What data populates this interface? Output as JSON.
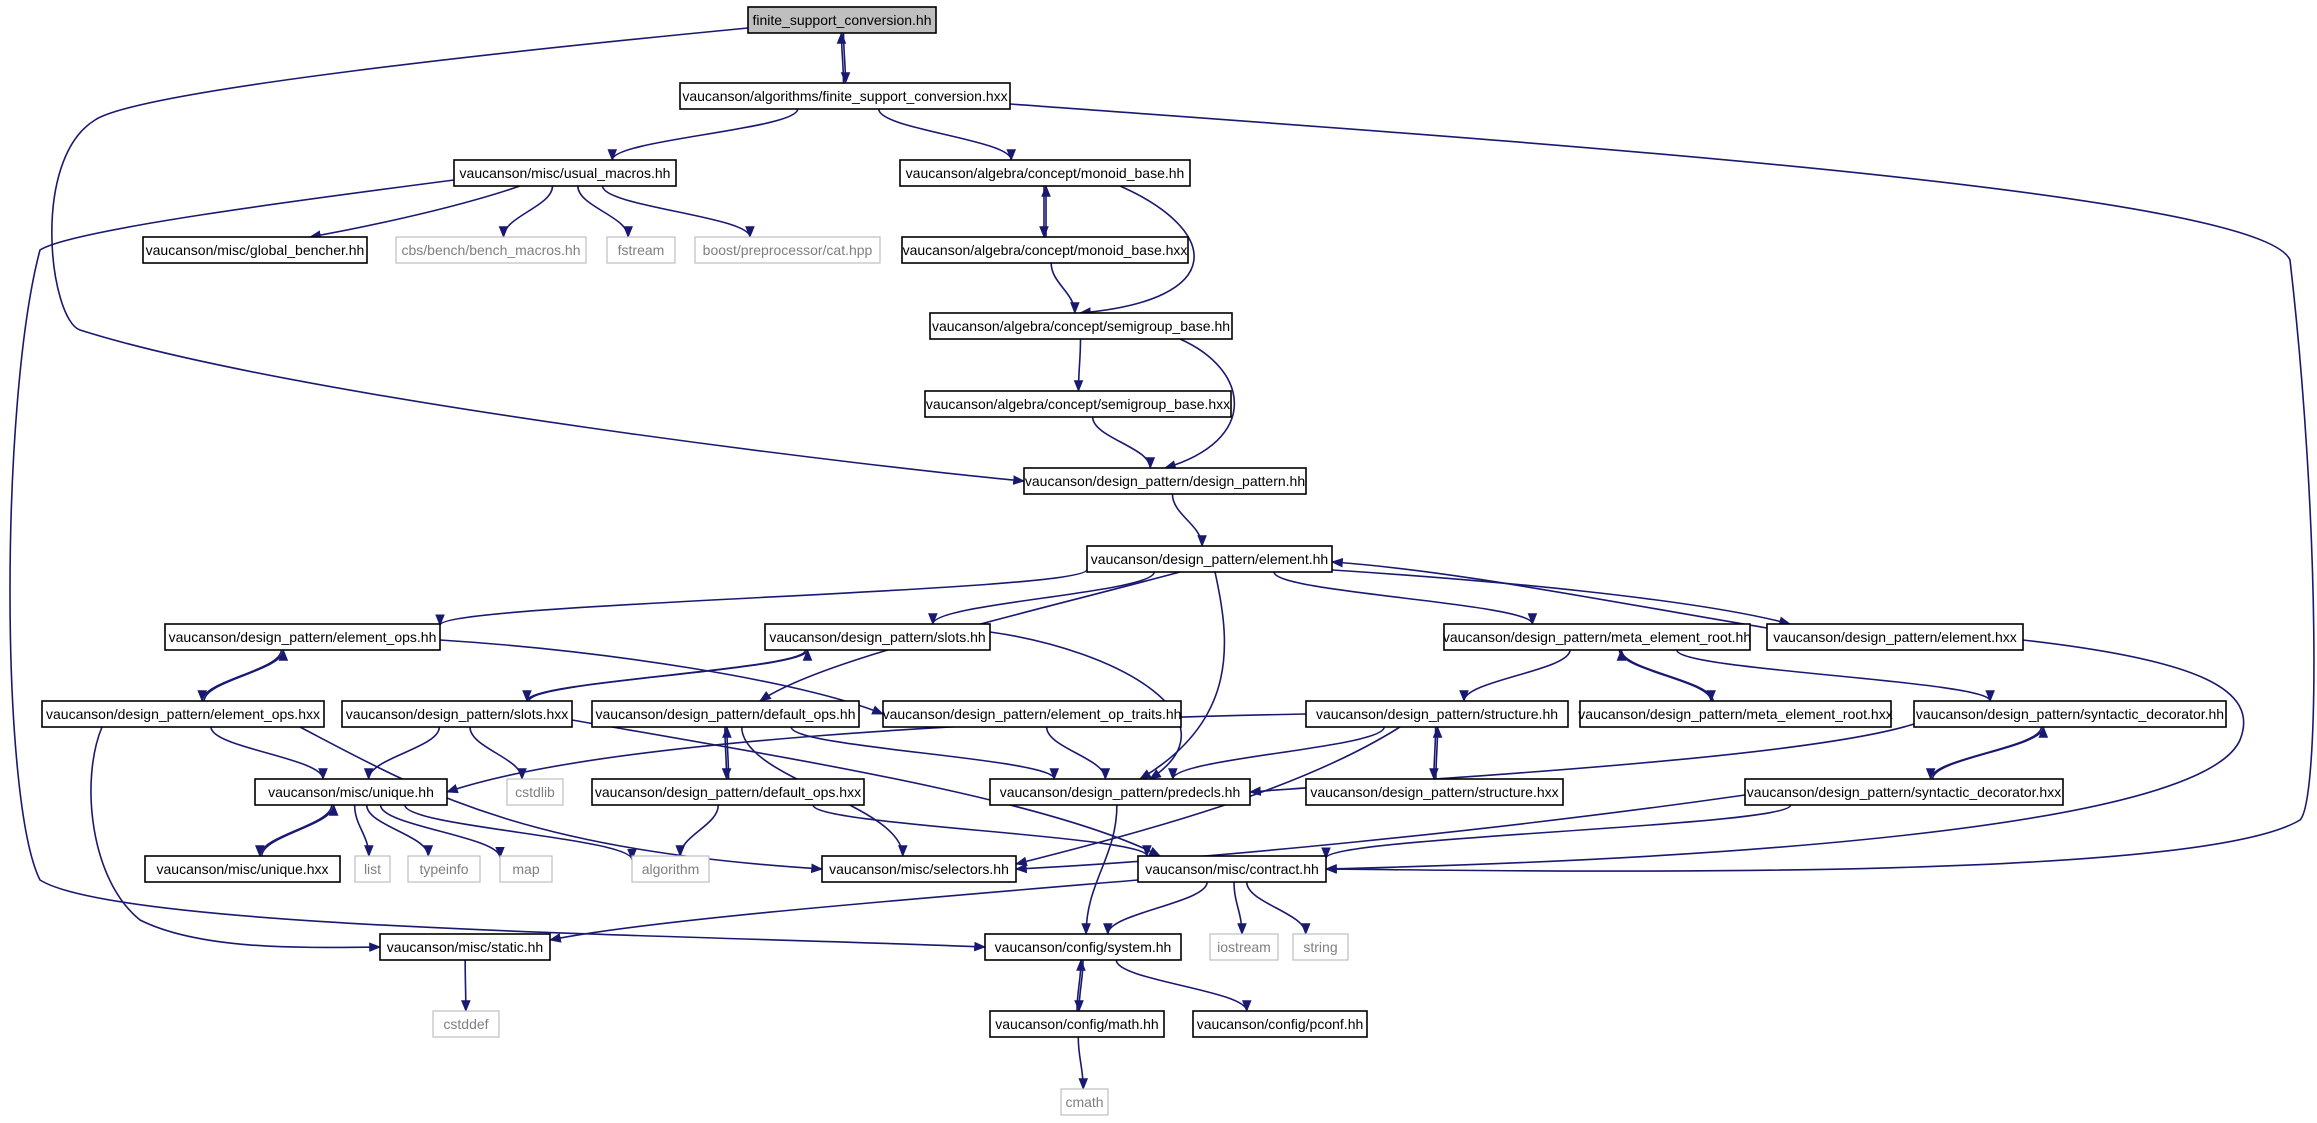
{
  "colors": {
    "background": "#ffffff",
    "edge": "#191970",
    "node_border": "#000000",
    "node_fill": "#ffffff",
    "root_fill": "#bfbfbf",
    "external_border": "#bfbfbf",
    "external_text": "#7f7f7f",
    "text": "#000000"
  },
  "diagram": {
    "type": "include-dependency-graph",
    "root": "n_root",
    "nodes": [
      {
        "id": "n_root",
        "label": "finite_support_conversion.hh",
        "kind": "root"
      },
      {
        "id": "n_fsc_hxx",
        "label": "vaucanson/algorithms/finite_support_conversion.hxx",
        "kind": "file"
      },
      {
        "id": "n_usual_macros",
        "label": "vaucanson/misc/usual_macros.hh",
        "kind": "file"
      },
      {
        "id": "n_monoid_hh",
        "label": "vaucanson/algebra/concept/monoid_base.hh",
        "kind": "file"
      },
      {
        "id": "n_global_bencher",
        "label": "vaucanson/misc/global_bencher.hh",
        "kind": "file"
      },
      {
        "id": "n_bench_macros",
        "label": "cbs/bench/bench_macros.hh",
        "kind": "external"
      },
      {
        "id": "n_fstream",
        "label": "fstream",
        "kind": "external"
      },
      {
        "id": "n_boost_cat",
        "label": "boost/preprocessor/cat.hpp",
        "kind": "external"
      },
      {
        "id": "n_monoid_hxx",
        "label": "vaucanson/algebra/concept/monoid_base.hxx",
        "kind": "file"
      },
      {
        "id": "n_semigroup_hh",
        "label": "vaucanson/algebra/concept/semigroup_base.hh",
        "kind": "file"
      },
      {
        "id": "n_semigroup_hxx",
        "label": "vaucanson/algebra/concept/semigroup_base.hxx",
        "kind": "file"
      },
      {
        "id": "n_design_pattern",
        "label": "vaucanson/design_pattern/design_pattern.hh",
        "kind": "file"
      },
      {
        "id": "n_element_hh",
        "label": "vaucanson/design_pattern/element.hh",
        "kind": "file"
      },
      {
        "id": "n_element_ops_hh",
        "label": "vaucanson/design_pattern/element_ops.hh",
        "kind": "file"
      },
      {
        "id": "n_slots_hh",
        "label": "vaucanson/design_pattern/slots.hh",
        "kind": "file"
      },
      {
        "id": "n_meta_root_hh",
        "label": "vaucanson/design_pattern/meta_element_root.hh",
        "kind": "file"
      },
      {
        "id": "n_element_hxx",
        "label": "vaucanson/design_pattern/element.hxx",
        "kind": "file"
      },
      {
        "id": "n_element_ops_hxx",
        "label": "vaucanson/design_pattern/element_ops.hxx",
        "kind": "file"
      },
      {
        "id": "n_slots_hxx",
        "label": "vaucanson/design_pattern/slots.hxx",
        "kind": "file"
      },
      {
        "id": "n_default_ops_hh",
        "label": "vaucanson/design_pattern/default_ops.hh",
        "kind": "file"
      },
      {
        "id": "n_element_op_traits",
        "label": "vaucanson/design_pattern/element_op_traits.hh",
        "kind": "file"
      },
      {
        "id": "n_structure_hh",
        "label": "vaucanson/design_pattern/structure.hh",
        "kind": "file"
      },
      {
        "id": "n_meta_root_hxx",
        "label": "vaucanson/design_pattern/meta_element_root.hxx",
        "kind": "file"
      },
      {
        "id": "n_syntactic_hh",
        "label": "vaucanson/design_pattern/syntactic_decorator.hh",
        "kind": "file"
      },
      {
        "id": "n_unique_hh",
        "label": "vaucanson/misc/unique.hh",
        "kind": "file"
      },
      {
        "id": "n_cstdlib",
        "label": "cstdlib",
        "kind": "external"
      },
      {
        "id": "n_default_ops_hxx",
        "label": "vaucanson/design_pattern/default_ops.hxx",
        "kind": "file"
      },
      {
        "id": "n_predecls",
        "label": "vaucanson/design_pattern/predecls.hh",
        "kind": "file"
      },
      {
        "id": "n_structure_hxx",
        "label": "vaucanson/design_pattern/structure.hxx",
        "kind": "file"
      },
      {
        "id": "n_syntactic_hxx",
        "label": "vaucanson/design_pattern/syntactic_decorator.hxx",
        "kind": "file"
      },
      {
        "id": "n_unique_hxx",
        "label": "vaucanson/misc/unique.hxx",
        "kind": "file"
      },
      {
        "id": "n_list",
        "label": "list",
        "kind": "external"
      },
      {
        "id": "n_typeinfo",
        "label": "typeinfo",
        "kind": "external"
      },
      {
        "id": "n_map",
        "label": "map",
        "kind": "external"
      },
      {
        "id": "n_algorithm",
        "label": "algorithm",
        "kind": "external"
      },
      {
        "id": "n_selectors",
        "label": "vaucanson/misc/selectors.hh",
        "kind": "file"
      },
      {
        "id": "n_contract",
        "label": "vaucanson/misc/contract.hh",
        "kind": "file"
      },
      {
        "id": "n_static",
        "label": "vaucanson/misc/static.hh",
        "kind": "file"
      },
      {
        "id": "n_system",
        "label": "vaucanson/config/system.hh",
        "kind": "file"
      },
      {
        "id": "n_iostream",
        "label": "iostream",
        "kind": "external"
      },
      {
        "id": "n_string",
        "label": "string",
        "kind": "external"
      },
      {
        "id": "n_cstddef",
        "label": "cstddef",
        "kind": "external"
      },
      {
        "id": "n_math",
        "label": "vaucanson/config/math.hh",
        "kind": "file"
      },
      {
        "id": "n_pconf",
        "label": "vaucanson/config/pconf.hh",
        "kind": "file"
      },
      {
        "id": "n_cmath",
        "label": "cmath",
        "kind": "external"
      }
    ],
    "edges": [
      {
        "from": "n_root",
        "to": "n_fsc_hxx"
      },
      {
        "from": "n_fsc_hxx",
        "to": "n_root"
      },
      {
        "from": "n_root",
        "to": "n_design_pattern"
      },
      {
        "from": "n_fsc_hxx",
        "to": "n_usual_macros"
      },
      {
        "from": "n_fsc_hxx",
        "to": "n_monoid_hh"
      },
      {
        "from": "n_fsc_hxx",
        "to": "n_contract"
      },
      {
        "from": "n_usual_macros",
        "to": "n_global_bencher"
      },
      {
        "from": "n_usual_macros",
        "to": "n_bench_macros"
      },
      {
        "from": "n_usual_macros",
        "to": "n_fstream"
      },
      {
        "from": "n_usual_macros",
        "to": "n_boost_cat"
      },
      {
        "from": "n_usual_macros",
        "to": "n_system"
      },
      {
        "from": "n_monoid_hh",
        "to": "n_monoid_hxx"
      },
      {
        "from": "n_monoid_hxx",
        "to": "n_monoid_hh"
      },
      {
        "from": "n_monoid_hh",
        "to": "n_semigroup_hh"
      },
      {
        "from": "n_monoid_hxx",
        "to": "n_semigroup_hh"
      },
      {
        "from": "n_semigroup_hh",
        "to": "n_semigroup_hxx"
      },
      {
        "from": "n_semigroup_hh",
        "to": "n_design_pattern"
      },
      {
        "from": "n_semigroup_hxx",
        "to": "n_design_pattern"
      },
      {
        "from": "n_design_pattern",
        "to": "n_element_hh"
      },
      {
        "from": "n_element_hh",
        "to": "n_element_ops_hh"
      },
      {
        "from": "n_element_hh",
        "to": "n_slots_hh"
      },
      {
        "from": "n_element_hh",
        "to": "n_default_ops_hh"
      },
      {
        "from": "n_element_hh",
        "to": "n_predecls"
      },
      {
        "from": "n_element_hh",
        "to": "n_meta_root_hh"
      },
      {
        "from": "n_element_hh",
        "to": "n_element_hxx"
      },
      {
        "from": "n_element_hxx",
        "to": "n_element_hh"
      },
      {
        "from": "n_element_hxx",
        "to": "n_contract"
      },
      {
        "from": "n_element_ops_hh",
        "to": "n_element_ops_hxx"
      },
      {
        "from": "n_element_ops_hxx",
        "to": "n_element_ops_hh"
      },
      {
        "from": "n_element_ops_hh",
        "to": "n_element_op_traits"
      },
      {
        "from": "n_element_ops_hxx",
        "to": "n_unique_hh"
      },
      {
        "from": "n_element_ops_hxx",
        "to": "n_selectors"
      },
      {
        "from": "n_element_ops_hxx",
        "to": "n_static"
      },
      {
        "from": "n_slots_hh",
        "to": "n_slots_hxx"
      },
      {
        "from": "n_slots_hxx",
        "to": "n_slots_hh"
      },
      {
        "from": "n_slots_hh",
        "to": "n_predecls"
      },
      {
        "from": "n_slots_hxx",
        "to": "n_unique_hh"
      },
      {
        "from": "n_slots_hxx",
        "to": "n_cstdlib"
      },
      {
        "from": "n_slots_hxx",
        "to": "n_contract"
      },
      {
        "from": "n_default_ops_hh",
        "to": "n_default_ops_hxx"
      },
      {
        "from": "n_default_ops_hxx",
        "to": "n_default_ops_hh"
      },
      {
        "from": "n_default_ops_hh",
        "to": "n_predecls"
      },
      {
        "from": "n_default_ops_hh",
        "to": "n_selectors"
      },
      {
        "from": "n_default_ops_hxx",
        "to": "n_algorithm"
      },
      {
        "from": "n_default_ops_hxx",
        "to": "n_contract"
      },
      {
        "from": "n_element_op_traits",
        "to": "n_predecls"
      },
      {
        "from": "n_meta_root_hh",
        "to": "n_meta_root_hxx"
      },
      {
        "from": "n_meta_root_hxx",
        "to": "n_meta_root_hh"
      },
      {
        "from": "n_meta_root_hh",
        "to": "n_structure_hh"
      },
      {
        "from": "n_meta_root_hh",
        "to": "n_syntactic_hh"
      },
      {
        "from": "n_structure_hh",
        "to": "n_structure_hxx"
      },
      {
        "from": "n_structure_hxx",
        "to": "n_structure_hh"
      },
      {
        "from": "n_structure_hh",
        "to": "n_predecls"
      },
      {
        "from": "n_structure_hh",
        "to": "n_unique_hh"
      },
      {
        "from": "n_structure_hh",
        "to": "n_selectors"
      },
      {
        "from": "n_syntactic_hh",
        "to": "n_syntactic_hxx"
      },
      {
        "from": "n_syntactic_hxx",
        "to": "n_syntactic_hh"
      },
      {
        "from": "n_syntactic_hh",
        "to": "n_predecls"
      },
      {
        "from": "n_syntactic_hxx",
        "to": "n_selectors"
      },
      {
        "from": "n_syntactic_hxx",
        "to": "n_contract"
      },
      {
        "from": "n_unique_hh",
        "to": "n_unique_hxx"
      },
      {
        "from": "n_unique_hxx",
        "to": "n_unique_hh"
      },
      {
        "from": "n_unique_hh",
        "to": "n_list"
      },
      {
        "from": "n_unique_hh",
        "to": "n_typeinfo"
      },
      {
        "from": "n_unique_hh",
        "to": "n_map"
      },
      {
        "from": "n_unique_hh",
        "to": "n_algorithm"
      },
      {
        "from": "n_predecls",
        "to": "n_system"
      },
      {
        "from": "n_contract",
        "to": "n_static"
      },
      {
        "from": "n_contract",
        "to": "n_system"
      },
      {
        "from": "n_contract",
        "to": "n_iostream"
      },
      {
        "from": "n_contract",
        "to": "n_string"
      },
      {
        "from": "n_static",
        "to": "n_cstddef"
      },
      {
        "from": "n_system",
        "to": "n_math"
      },
      {
        "from": "n_math",
        "to": "n_system"
      },
      {
        "from": "n_system",
        "to": "n_pconf"
      },
      {
        "from": "n_math",
        "to": "n_cmath"
      }
    ]
  }
}
